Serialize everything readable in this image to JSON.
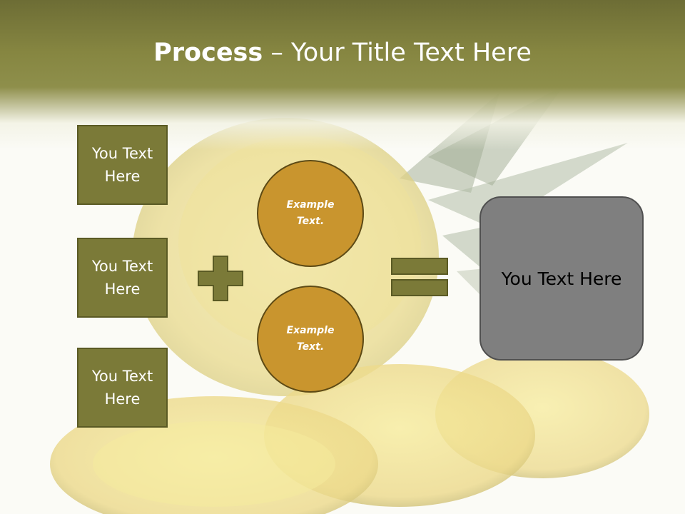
{
  "title": {
    "bold": "Process",
    "rest": " – Your Title Text Here"
  },
  "left_boxes": [
    {
      "label": "You Text Here"
    },
    {
      "label": "You Text Here"
    },
    {
      "label": "You Text Here"
    }
  ],
  "circles": [
    {
      "label": "Example Text."
    },
    {
      "label": "Example Text."
    }
  ],
  "result": {
    "label": "You Text Here"
  },
  "colors": {
    "header": "#868641",
    "box_fill": "#7b7a38",
    "circle_fill": "#c9952e",
    "result_fill": "#7f7f7f",
    "operator_fill": "#7b7a38"
  }
}
